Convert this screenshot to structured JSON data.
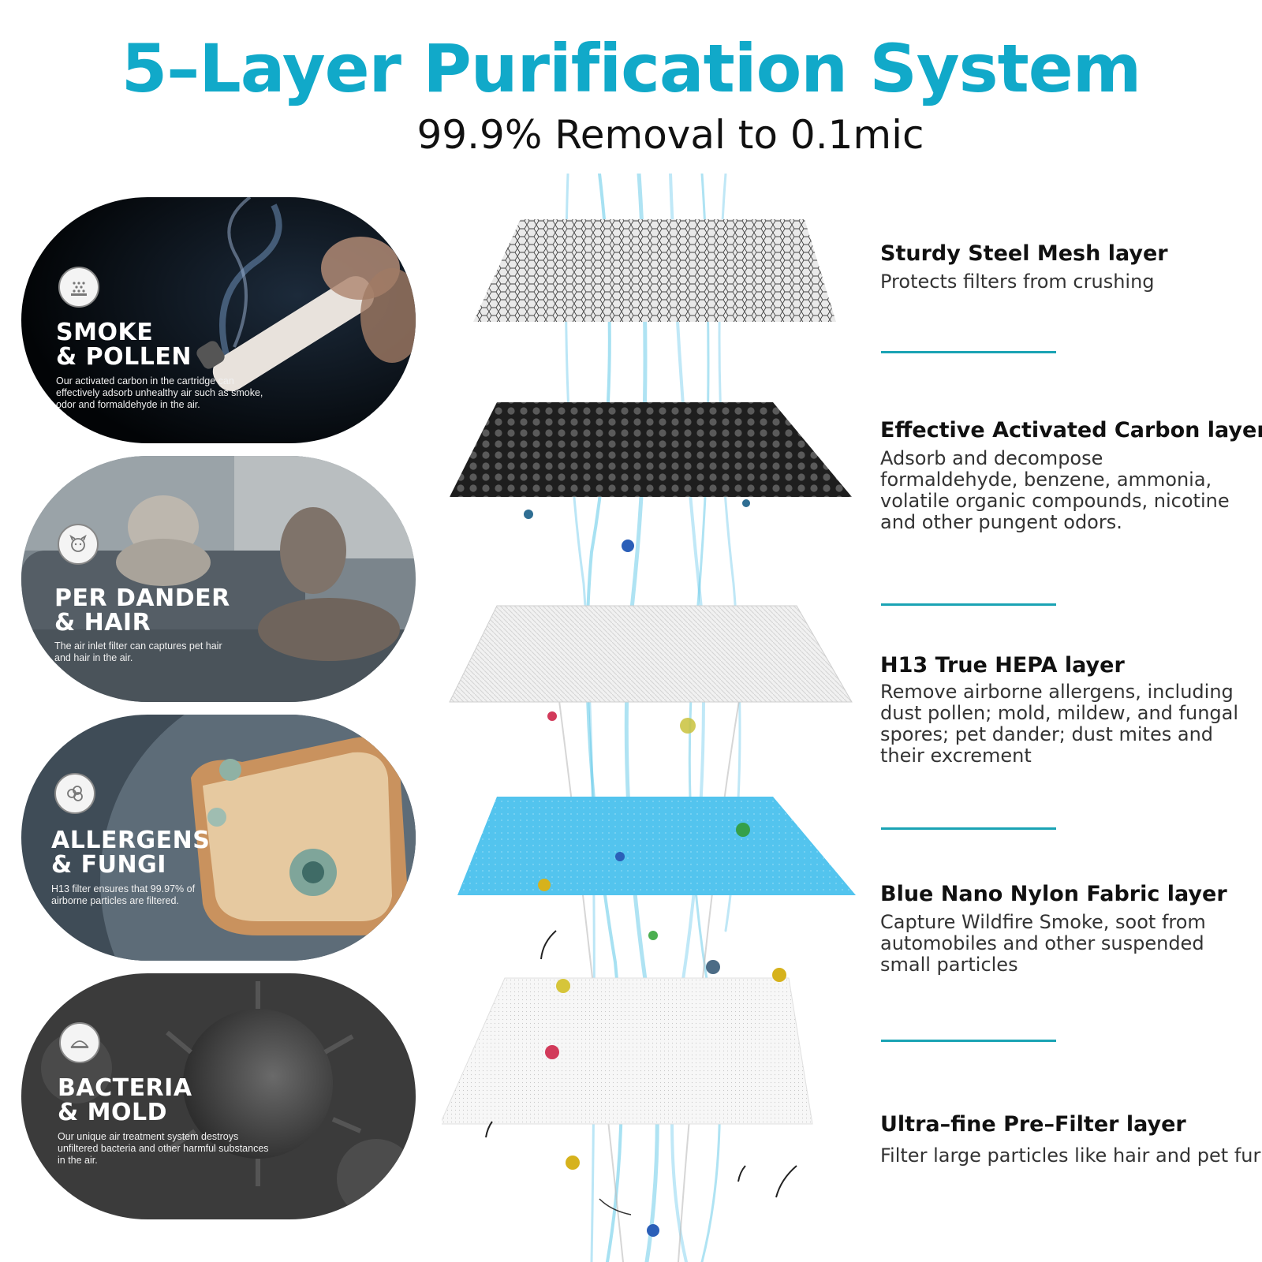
{
  "header": {
    "title": "5–Layer Purification System",
    "subtitle": "99.9% Removal to 0.1mic"
  },
  "cards": [
    {
      "title": "SMOKE\n& POLLEN",
      "desc": "Our activated carbon in the cartridge can\neffectively adsorb unhealthy air such as smoke,\nodor and formaldehyde in the air.",
      "icon": "filter-dots-icon"
    },
    {
      "title": "PER DANDER\n& HAIR",
      "desc": "The air inlet filter can captures pet hair\nand hair in the air.",
      "icon": "pet-face-icon"
    },
    {
      "title": "ALLERGENS\n& FUNGI",
      "desc": "H13 filter ensures that 99.97% of\nairborne particles are filtered.",
      "icon": "spore-cloud-icon"
    },
    {
      "title": "BACTERIA\n& MOLD",
      "desc": "Our unique air treatment system destroys\nunfiltered bacteria and other harmful substances\nin the air.",
      "icon": "mold-dish-icon"
    }
  ],
  "layers": [
    {
      "title": "Sturdy Steel Mesh layer",
      "desc": "Protects filters from crushing"
    },
    {
      "title": "Effective Activated Carbon layer",
      "desc": "Adsorb and decompose\nformaldehyde, benzene, ammonia,\nvolatile organic compounds, nicotine\nand other pungent odors."
    },
    {
      "title": "H13 True HEPA layer",
      "desc": "Remove airborne allergens, including\ndust pollen; mold, mildew, and fungal\nspores; pet dander; dust mites and\ntheir excrement"
    },
    {
      "title": "Blue Nano Nylon Fabric layer",
      "desc": "Capture Wildfire Smoke, soot from\nautomobiles and other suspended\nsmall particles"
    },
    {
      "title": "Ultra–fine Pre–Filter layer",
      "desc": "Filter large particles like hair and pet fur"
    }
  ],
  "colors": {
    "accent": "#11a9c9",
    "separator": "#1aa3b4",
    "airflow": "#5fc8e8",
    "nylon_blue": "#4fc3ec"
  }
}
